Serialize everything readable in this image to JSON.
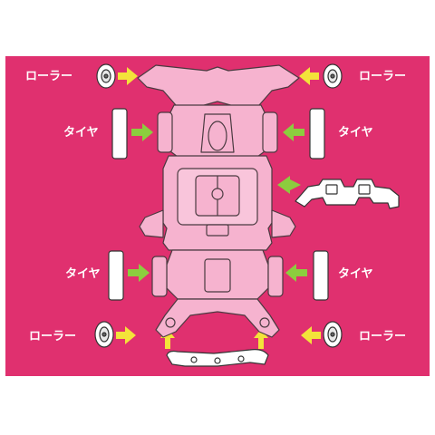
{
  "colors": {
    "background": "#e0306f",
    "chassis": "#f6b3cf",
    "chassis_stroke": "#4a3a40",
    "arrow_yellow": "#f3e33a",
    "arrow_green": "#8ccd3e",
    "part_white": "#ffffff"
  },
  "labels": {
    "roller_top_left": "ローラー",
    "roller_top_right": "ローラー",
    "tire_upper_left": "タイヤ",
    "tire_upper_right": "タイヤ",
    "tire_lower_left": "タイヤ",
    "tire_lower_right": "タイヤ",
    "roller_bottom_left": "ローラー",
    "roller_bottom_right": "ローラー"
  }
}
